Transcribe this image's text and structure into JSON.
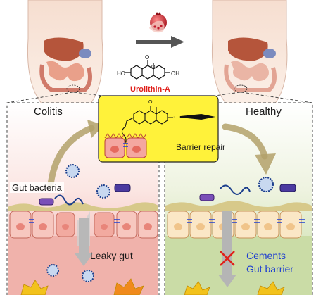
{
  "labels": {
    "left_state": "Colitis",
    "right_state": "Healthy",
    "compound": "Urolithin-A",
    "repair": "Barrier repair",
    "bacteria": "Gut bacteria",
    "leaky": "Leaky gut",
    "effect_line1": "Cements",
    "effect_line2": "Gut barrier"
  },
  "molecule": {
    "left_group": "HO",
    "right_group": "OH",
    "carbonyl": "O",
    "ring_o": "O"
  },
  "colors": {
    "compound_label": "#e0201b",
    "effect_text": "#1f3fd0",
    "highlight_box": "#fff23a",
    "inflamed_tissue": "#f2b8b2",
    "healthy_tissue": "#cfe0b0",
    "arrow_gold": "#b3a16a",
    "blocked_cross": "#e0201b"
  }
}
